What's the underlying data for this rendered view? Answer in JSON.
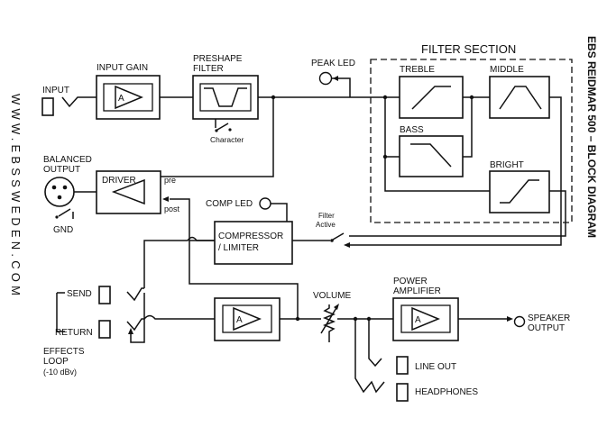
{
  "side_text": {
    "website": "WWW.EBSSWEDEN.COM",
    "title": "EBS REIDMAR 500 – BLOCK DIAGRAM"
  },
  "labels": {
    "input": "INPUT",
    "input_gain": "INPUT GAIN",
    "preshape_line1": "PRESHAPE",
    "preshape_line2": "FILTER",
    "character": "Character",
    "peak_led": "PEAK LED",
    "filter_section": "FILTER SECTION",
    "treble": "TREBLE",
    "middle": "MIDDLE",
    "bass": "BASS",
    "bright": "BRIGHT",
    "balanced_line1": "BALANCED",
    "balanced_line2": "OUTPUT",
    "gnd": "GND",
    "driver": "DRIVER",
    "pre": "pre",
    "post": "post",
    "comp_led": "COMP LED",
    "filter_active_line1": "Filter",
    "filter_active_line2": "Active",
    "compressor_line1": "COMPRESSOR",
    "compressor_line2": "/ LIMITER",
    "send": "SEND",
    "return": "RETURN",
    "effects_line1": "EFFECTS",
    "effects_line2": "LOOP",
    "effects_line3": "(-10 dBv)",
    "volume": "VOLUME",
    "power_line1": "POWER",
    "power_line2": "AMPLIFIER",
    "speaker_line1": "SPEAKER",
    "speaker_line2": "OUTPUT",
    "line_out": "LINE OUT",
    "headphones": "HEADPHONES",
    "amp_symbol": "A"
  }
}
